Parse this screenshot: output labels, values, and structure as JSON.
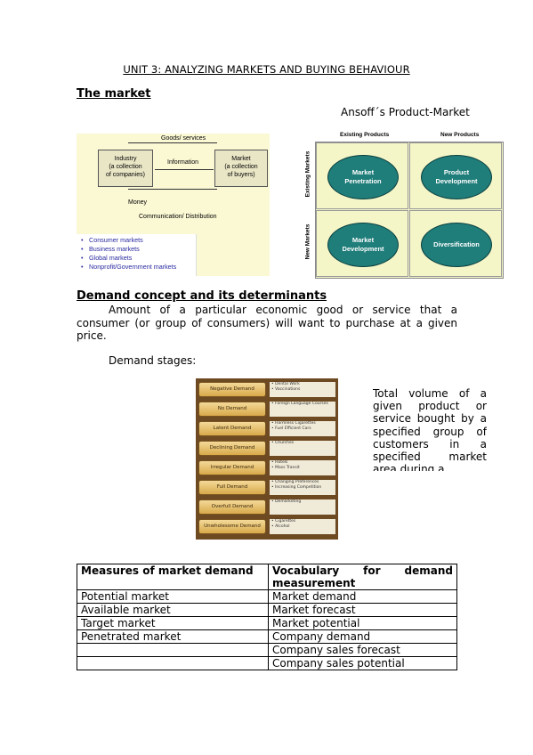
{
  "unit_title": "UNIT 3: ANALYZING MARKETS AND BUYING BEHAVIOUR",
  "heading_market": "The market",
  "ansoff_title": "Ansoff´s Product-Market",
  "market_diagram": {
    "top_label": "Goods/ services",
    "industry_box": "Industry\n(a collection\nof companies)",
    "market_box": "Market\n(a collection\nof buyers)",
    "information_label": "Information",
    "money_label": "Money",
    "communication_label": "Communication/ Distribution",
    "list": [
      "Consumer markets",
      "Business markets",
      "Global markets",
      "Nonprofit/Government markets"
    ]
  },
  "ansoff": {
    "col_existing": "Existing Products",
    "col_new": "New Products",
    "row_existing": "Existing Markets",
    "row_new": "New Markets",
    "cells": [
      "Market\nPenetration",
      "Product\nDevelopment",
      "Market\nDevelopment",
      "Diversification"
    ]
  },
  "heading_demand": "Demand concept and its determinants",
  "demand_definition": "Amount of a particular economic good or service that a consumer (or group of consumers) will want to purchase at a given price.",
  "demand_stages_label": "Demand stages:",
  "stages": [
    {
      "label": "Negative Demand",
      "note": "• Dental Work\n• Vaccinations"
    },
    {
      "label": "No Demand",
      "note": "• Foreign Language Courses"
    },
    {
      "label": "Latent Demand",
      "note": "• Harmless Cigarettes\n• Fuel Efficient Cars"
    },
    {
      "label": "Declining Demand",
      "note": "• Churches"
    },
    {
      "label": "Irregular Demand",
      "note": "• Hotels\n• Mass Transit"
    },
    {
      "label": "Full Demand",
      "note": "• Changing Preferences\n• Increasing Competition"
    },
    {
      "label": "Overfull Demand",
      "note": "• Demarketing"
    },
    {
      "label": "Unwholesome Demand",
      "note": "• Cigarettes\n• Alcohol"
    }
  ],
  "total_volume_text": "Total volume of a given product or service bought by a specified group of customers in a specified market area during a",
  "table": {
    "headers": [
      "Measures of market demand",
      "Vocabulary for demand measurement"
    ],
    "rows": [
      [
        "Potential market",
        "Market demand"
      ],
      [
        "Available market",
        "Market forecast"
      ],
      [
        "Target market",
        "Market potential"
      ],
      [
        "Penetrated market",
        "Company demand"
      ],
      [
        "",
        "Company sales forecast"
      ],
      [
        "",
        "Company sales potential"
      ]
    ]
  }
}
